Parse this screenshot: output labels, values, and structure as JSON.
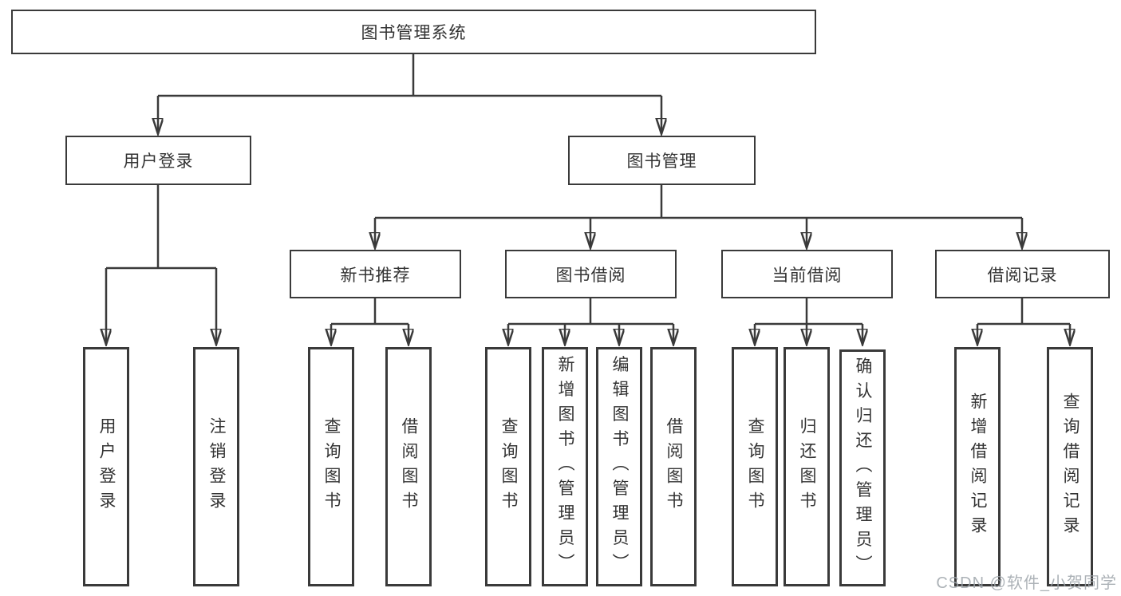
{
  "nodes": {
    "root": "图书管理系统",
    "user_login": "用户登录",
    "book_management": "图书管理",
    "new_book_recommend": "新书推荐",
    "book_borrowing": "图书借阅",
    "current_borrowing": "当前借阅",
    "borrow_records": "借阅记录",
    "user_login_children": [
      "用户登录",
      "注销登录"
    ],
    "new_book_children": [
      "查询图书",
      "借阅图书"
    ],
    "borrowing_children": [
      "查询图书",
      "新增图书（管理员）",
      "编辑图书（管理员）",
      "借阅图书"
    ],
    "current_children": [
      "查询图书",
      "归还图书",
      "确认归还（管理员）"
    ],
    "records_children": [
      "新增借阅记录",
      "查询借阅记录"
    ]
  },
  "watermark": "CSDN @软件_小贺同学",
  "colors": {
    "line": "#3a3a3a",
    "text": "#333333",
    "watermark": "#9ea4aa",
    "background": "#ffffff"
  }
}
